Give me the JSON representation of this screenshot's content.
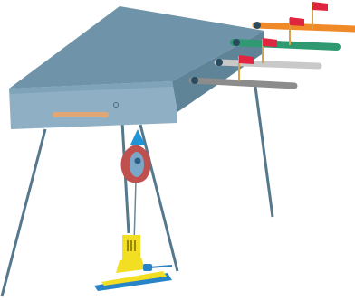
{
  "scene": {
    "subject": "box-on-legs-with-rods-and-flags",
    "colors": {
      "background": "#ffffff",
      "box_top": "#6f93a8",
      "box_front": "#8fb0c4",
      "box_side": "#5f8397",
      "box_edge": "#7fa3b8",
      "legs": "#55788c",
      "handle": "#e0a673",
      "rod_orange": "#f08a28",
      "rod_green": "#2f9a72",
      "rod_light_gray": "#c9c9c9",
      "rod_dark_gray": "#8c8c8c",
      "flag": "#e0263f",
      "flag_pole": "#d8a24a",
      "pendulum_body": "#c0504d",
      "pendulum_cap": "#1f94d6",
      "pendulum_core": "#7aa7c7",
      "base_yellow": "#f2df23",
      "base_blue": "#2784c8"
    },
    "rods": [
      {
        "name": "orange",
        "color_key": "rod_orange"
      },
      {
        "name": "green",
        "color_key": "rod_green"
      },
      {
        "name": "light-gray",
        "color_key": "rod_light_gray"
      },
      {
        "name": "dark-gray",
        "color_key": "rod_dark_gray"
      }
    ],
    "flags": [
      {
        "name": "top-flag"
      },
      {
        "name": "second-flag"
      },
      {
        "name": "third-flag"
      },
      {
        "name": "fourth-flag"
      }
    ]
  }
}
